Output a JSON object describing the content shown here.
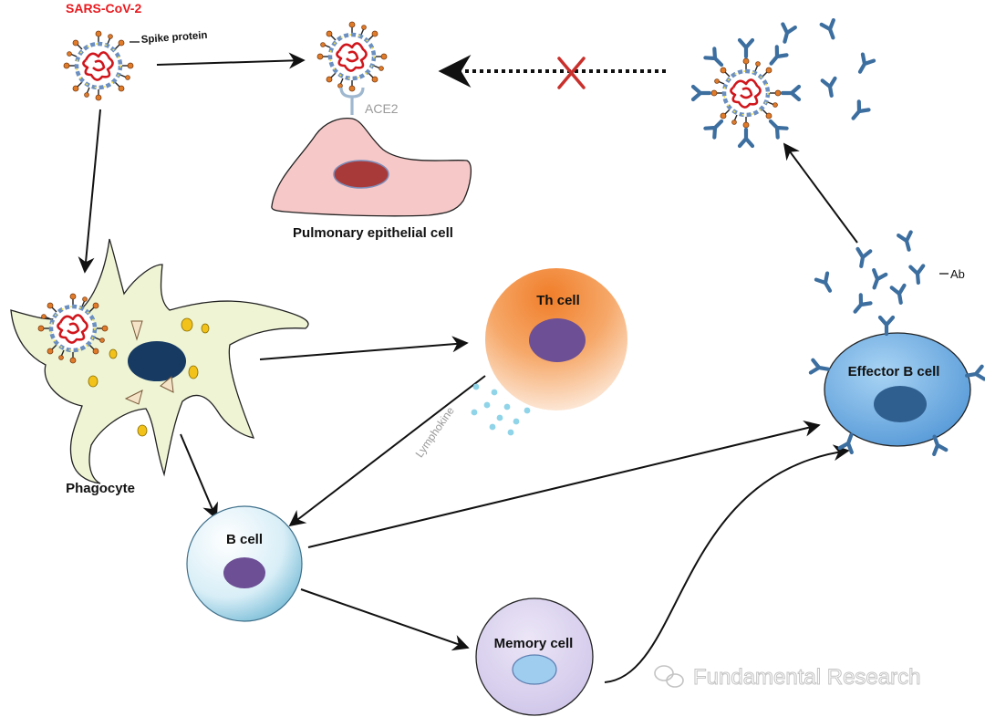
{
  "labels": {
    "virus": "SARS-CoV-2",
    "spike": "Spike protein",
    "ace2": "ACE2",
    "epithelial": "Pulmonary epithelial cell",
    "phagocyte": "Phagocyte",
    "th_cell": "Th cell",
    "lymphokine": "Lymphokine",
    "b_cell": "B cell",
    "memory_cell": "Memory cell",
    "effector_b_cell": "Effector B cell",
    "antibody": "Ab",
    "watermark": "Fundamental Research"
  },
  "colors": {
    "virus_label": "#e8191e",
    "virus_rna": "#d0161c",
    "antibody": "#3c6e9f",
    "epithelial_fill": "#f7c8c8",
    "nucleus_red": "#a83a3a",
    "phagocyte_fill": "#eef4d4",
    "phagocyte_nucleus": "#173a63",
    "th_top": "#f08a3a",
    "b_cell": "#7fc4de",
    "memory_fill": "#ddd6ef",
    "effector_fill": "#5a9fd8",
    "lymphokine_dots": "#8fd4e8",
    "blocked_cross": "#c9302c"
  },
  "icons": [
    "virus-icon",
    "antibody-icon",
    "cross-icon",
    "wechat-logo-icon"
  ]
}
